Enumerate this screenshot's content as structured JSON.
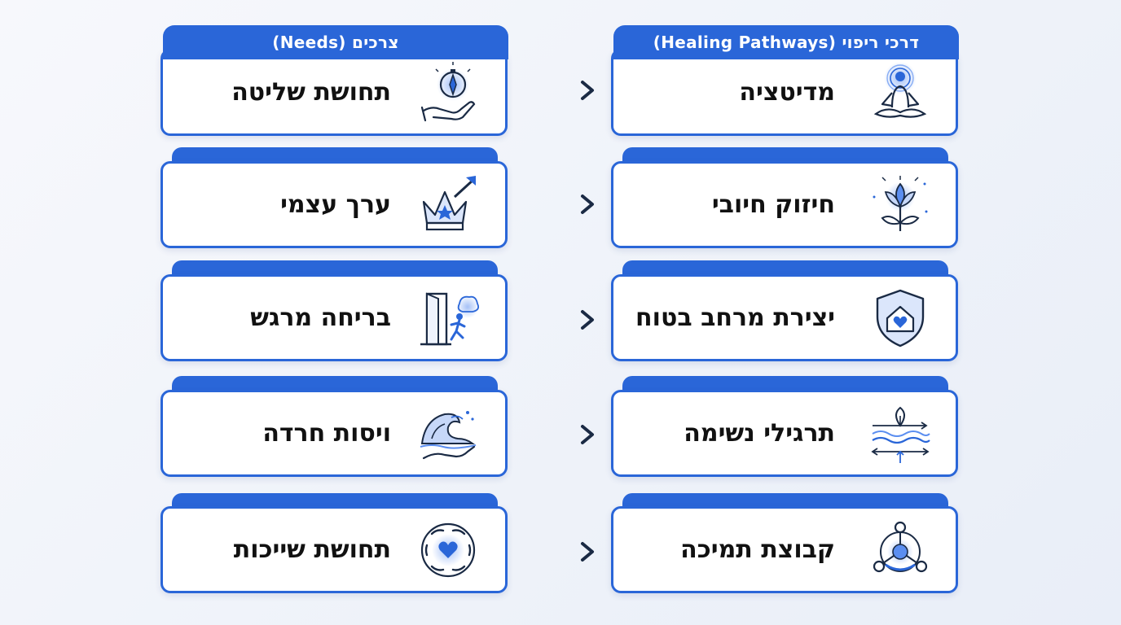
{
  "needs": {
    "header": "צרכים (Needs)",
    "items": [
      {
        "label": "תחושת שליטה",
        "icon": "compass-in-hand-icon"
      },
      {
        "label": "ערך עצמי",
        "icon": "crown-growth-icon"
      },
      {
        "label": "בריחה מרגש",
        "icon": "door-escape-icon"
      },
      {
        "label": "ויסות חרדה",
        "icon": "wave-in-hand-icon"
      },
      {
        "label": "תחושת שייכות",
        "icon": "hands-heart-circle-icon"
      }
    ]
  },
  "pathways": {
    "header": "דרכי ריפוי (Healing Pathways)",
    "items": [
      {
        "label": "מדיטציה",
        "icon": "meditation-icon"
      },
      {
        "label": "חיזוק חיובי",
        "icon": "lotus-flower-icon"
      },
      {
        "label": "יצירת מרחב בטוח",
        "icon": "shield-home-heart-icon"
      },
      {
        "label": "תרגילי נשימה",
        "icon": "breathing-waves-icon"
      },
      {
        "label": "קבוצת תמיכה",
        "icon": "support-network-icon"
      }
    ]
  },
  "colors": {
    "accent": "#2a66d8",
    "arrow": "#1a2a44"
  }
}
